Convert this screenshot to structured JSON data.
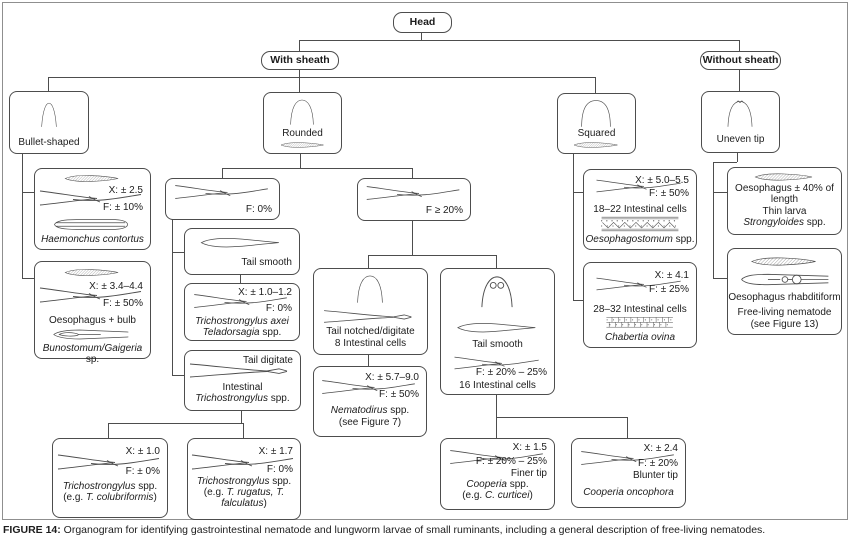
{
  "figure": {
    "caption_label": "FIGURE 14:",
    "caption_text": " Organogram for identifying gastrointestinal nematode and lungworm larvae of small ruminants, including a general description of free-living nematodes."
  },
  "colors": {
    "line": "#4d4d4d",
    "border": "#4d4d4d",
    "text": "#1c1c1c",
    "background": "#ffffff"
  },
  "icons": {
    "arch": "larval-head-outline",
    "arch_uneven": "larval-head-uneven-tip",
    "arch_infinity": "larval-head-with-double-cells",
    "larva": "sheathed-larva-silhouette",
    "tail": "tail-with-sheath-filament-sketch",
    "point": "smooth-pointed-tail-outline",
    "blunt": "oesophagus-blunt-outline",
    "bulb": "oesophagus-with-bulb-outline",
    "rhabditiform": "rhabditiform-oesophagus-outline",
    "cells_zigzag": "intestinal-cells-zigzag-pattern",
    "cells_brick": "intestinal-cells-brick-pattern",
    "notch": "notched-tail-sketch"
  },
  "nodes": {
    "head": {
      "label": "Head"
    },
    "with_sheath": {
      "label": "With sheath"
    },
    "without_sheath": {
      "label": "Without sheath"
    },
    "bullet_shaped": {
      "label": "Bullet-shaped"
    },
    "rounded": {
      "label": "Rounded"
    },
    "squared": {
      "label": "Squared"
    },
    "uneven_tip": {
      "label": "Uneven tip"
    },
    "haemonchus": {
      "x": "X: ± 2.5",
      "f": "F: ± 10%",
      "species": "Haemonchus contortus"
    },
    "bunostomum": {
      "x": "X: ± 3.4–4.4",
      "f": "F: ± 50%",
      "note": "Oesophagus + bulb",
      "species": "Bunostomum/Gaigeria",
      "species_suffix": " sp."
    },
    "f0": {
      "label": "F: 0%"
    },
    "f20": {
      "label": "F ≥ 20%"
    },
    "tail_smooth_upper": {
      "label": "Tail smooth"
    },
    "trich_axei": {
      "x": "X: ± 1.0–1.2",
      "f": "F: 0%",
      "species1": "Trichostrongylus axei",
      "species2": "Teladorsagia",
      "species2_suffix": " spp."
    },
    "tail_digitate": {
      "label": "Tail digitate",
      "note": "Intestinal",
      "species": "Trichostrongylus",
      "species_suffix": " spp."
    },
    "t_colubriformis": {
      "x": "X: ± 1.0",
      "f": "F: ± 0%",
      "species": "Trichostrongylus",
      "species_suffix": " spp.",
      "example_prefix": "(e.g. ",
      "example": "T. colubriformis",
      "example_suffix": ")"
    },
    "t_rugatus": {
      "x": "X: ± 1.7",
      "f": "F: 0%",
      "species": "Trichostrongylus",
      "species_suffix": " spp.",
      "example_prefix": "(e.g. ",
      "example": "T. rugatus, T. falculatus",
      "example_suffix": ")"
    },
    "tail_notched": {
      "line1": "Tail notched/digitate",
      "line2": "8 Intestinal cells"
    },
    "nematodirus": {
      "x": "X: ± 5.7–9.0",
      "f": "F: ± 50%",
      "species": "Nematodirus",
      "species_suffix": " spp.",
      "ref": "(see Figure 7)"
    },
    "tail_smooth_16": {
      "label": "Tail smooth",
      "f": "F: ± 20% – 25%",
      "cells": "16 Intestinal cells"
    },
    "cooperia_spp": {
      "x": "X: ± 1.5",
      "f": "F: ± 20% – 25%",
      "tip": "Finer tip",
      "species": "Cooperia",
      "species_suffix": " spp.",
      "example_prefix": "(e.g. ",
      "example": "C. curticei",
      "example_suffix": ")"
    },
    "cooperia_oncophora": {
      "x": "X: ± 2.4",
      "f": "F: ± 20%",
      "tip": "Blunter tip",
      "species": "Cooperia oncophora"
    },
    "oesophagostomum": {
      "x": "X: ± 5.0–5.5",
      "f": "F: ± 50%",
      "cells": "18–22 Intestinal cells",
      "species": "Oesophagostomum",
      "species_suffix": " spp."
    },
    "chabertia": {
      "x": "X: ± 4.1",
      "f": "F: ± 25%",
      "cells": "28–32 Intestinal cells",
      "species": "Chabertia ovina"
    },
    "strongyloides": {
      "note1": "Oesophagus ± 40% of length",
      "note2": "Thin larva",
      "species": "Strongyloides",
      "species_suffix": " spp."
    },
    "free_living": {
      "note": "Oesophagus rhabditiform",
      "line1": "Free-living nematode",
      "ref": "(see Figure 13)"
    }
  }
}
